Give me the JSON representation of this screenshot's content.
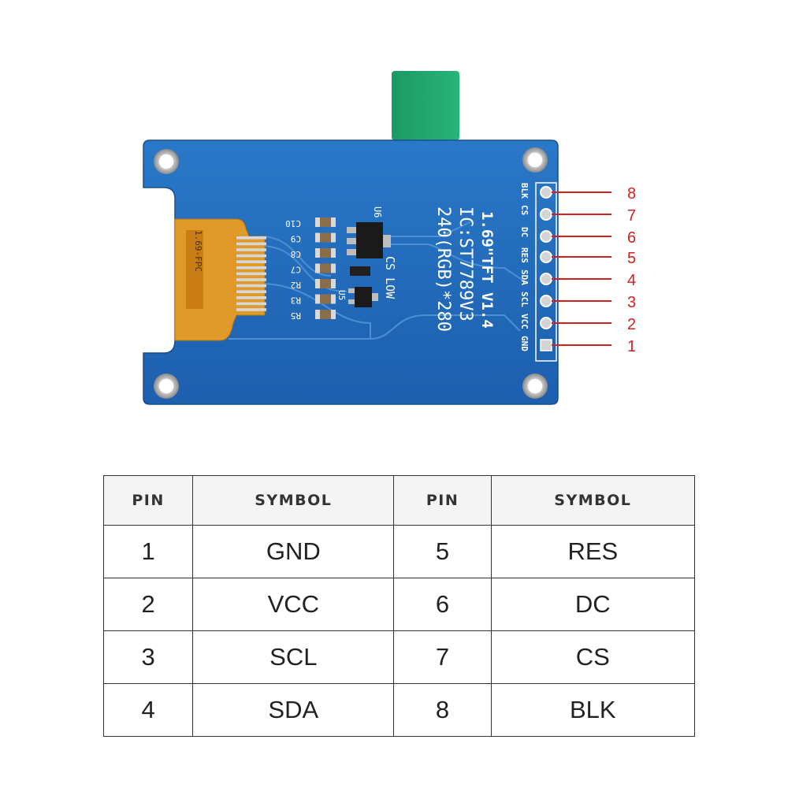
{
  "board": {
    "title_line": "1.69\"TFT  V1.4",
    "ic_line": "IC:ST7789V3",
    "res_line": "240(RGB)*280",
    "cs_low": "CS LOW",
    "u6": "U6",
    "u5": "U5",
    "fpc_label": "1.69-FPC",
    "cap_labels": [
      "C10",
      "C9",
      "C8",
      "C7",
      "R2",
      "R3",
      "R5"
    ],
    "header_labels": [
      "BLK",
      "CS",
      "DC",
      "RES",
      "SDA",
      "SCL",
      "VCC",
      "GND"
    ],
    "colors": {
      "pcb": "#1f68b8",
      "tab": "#1fa06a",
      "fpc": "#e09a2a",
      "callout": "#d42020"
    }
  },
  "pin_callouts": [
    "8",
    "7",
    "6",
    "5",
    "4",
    "3",
    "2",
    "1"
  ],
  "table": {
    "headers": [
      "PIN",
      "SYMBOL",
      "PIN",
      "SYMBOL"
    ],
    "rows": [
      [
        "1",
        "GND",
        "5",
        "RES"
      ],
      [
        "2",
        "VCC",
        "6",
        "DC"
      ],
      [
        "3",
        "SCL",
        "7",
        "CS"
      ],
      [
        "4",
        "SDA",
        "8",
        "BLK"
      ]
    ]
  }
}
